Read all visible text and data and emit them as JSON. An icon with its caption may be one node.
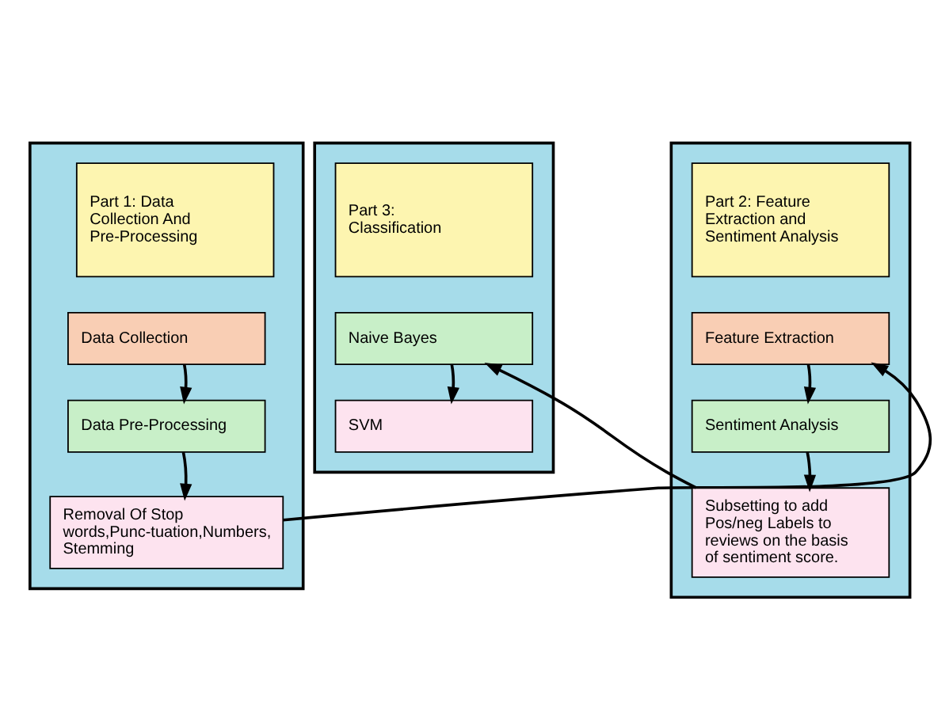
{
  "diagram": {
    "nodes": [
      {
        "text": [],
        "shape": "box"
      },
      {
        "text": [
          "Part 1: Data Collection And Pre-Processing"
        ],
        "in": 0
      },
      {
        "text": [
          "Data Collection"
        ],
        "in": 0
      },
      {
        "text": [
          "Data Pre-Processing"
        ],
        "in": 0
      },
      {
        "text": [
          "Removal Of Stop words,Punc-tuation,Numbers, Stemming"
        ],
        "in": 0
      },
      {
        "text": [],
        "shape": "box"
      },
      {
        "text": [
          "Part 2: Feature Extraction and Sentiment Analysis"
        ],
        "in": 5
      },
      {
        "text": [
          "Feature Extraction"
        ],
        "in": 5
      },
      {
        "text": [
          "Sentiment Analysis"
        ],
        "in": 5
      },
      {
        "text": [
          "Subsetting to add Pos/neg Labels to reviews on the basis of sentiment score."
        ],
        "in": 5
      },
      {
        "text": [],
        "shape": "box"
      },
      {
        "text": [
          "Part 3: Classification"
        ],
        "in": 10
      },
      {
        "text": [
          "Naive Bayes"
        ],
        "in": 10
      },
      {
        "text": [
          "SVM"
        ],
        "in": 10
      }
    ],
    "edges": [
      {
        "from": 2,
        "to": 3,
        "arrow": "to"
      },
      {
        "from": 3,
        "to": 4,
        "arrow": "to"
      },
      {
        "from": 4,
        "to": 7,
        "arrow": "to"
      },
      {
        "from": 7,
        "to": 8,
        "arrow": "to"
      },
      {
        "from": 8,
        "to": 9,
        "arrow": "to"
      },
      {
        "from": 9,
        "to": 12,
        "arrow": "to"
      },
      {
        "from": 12,
        "to": 13,
        "arrow": "to"
      }
    ]
  }
}
